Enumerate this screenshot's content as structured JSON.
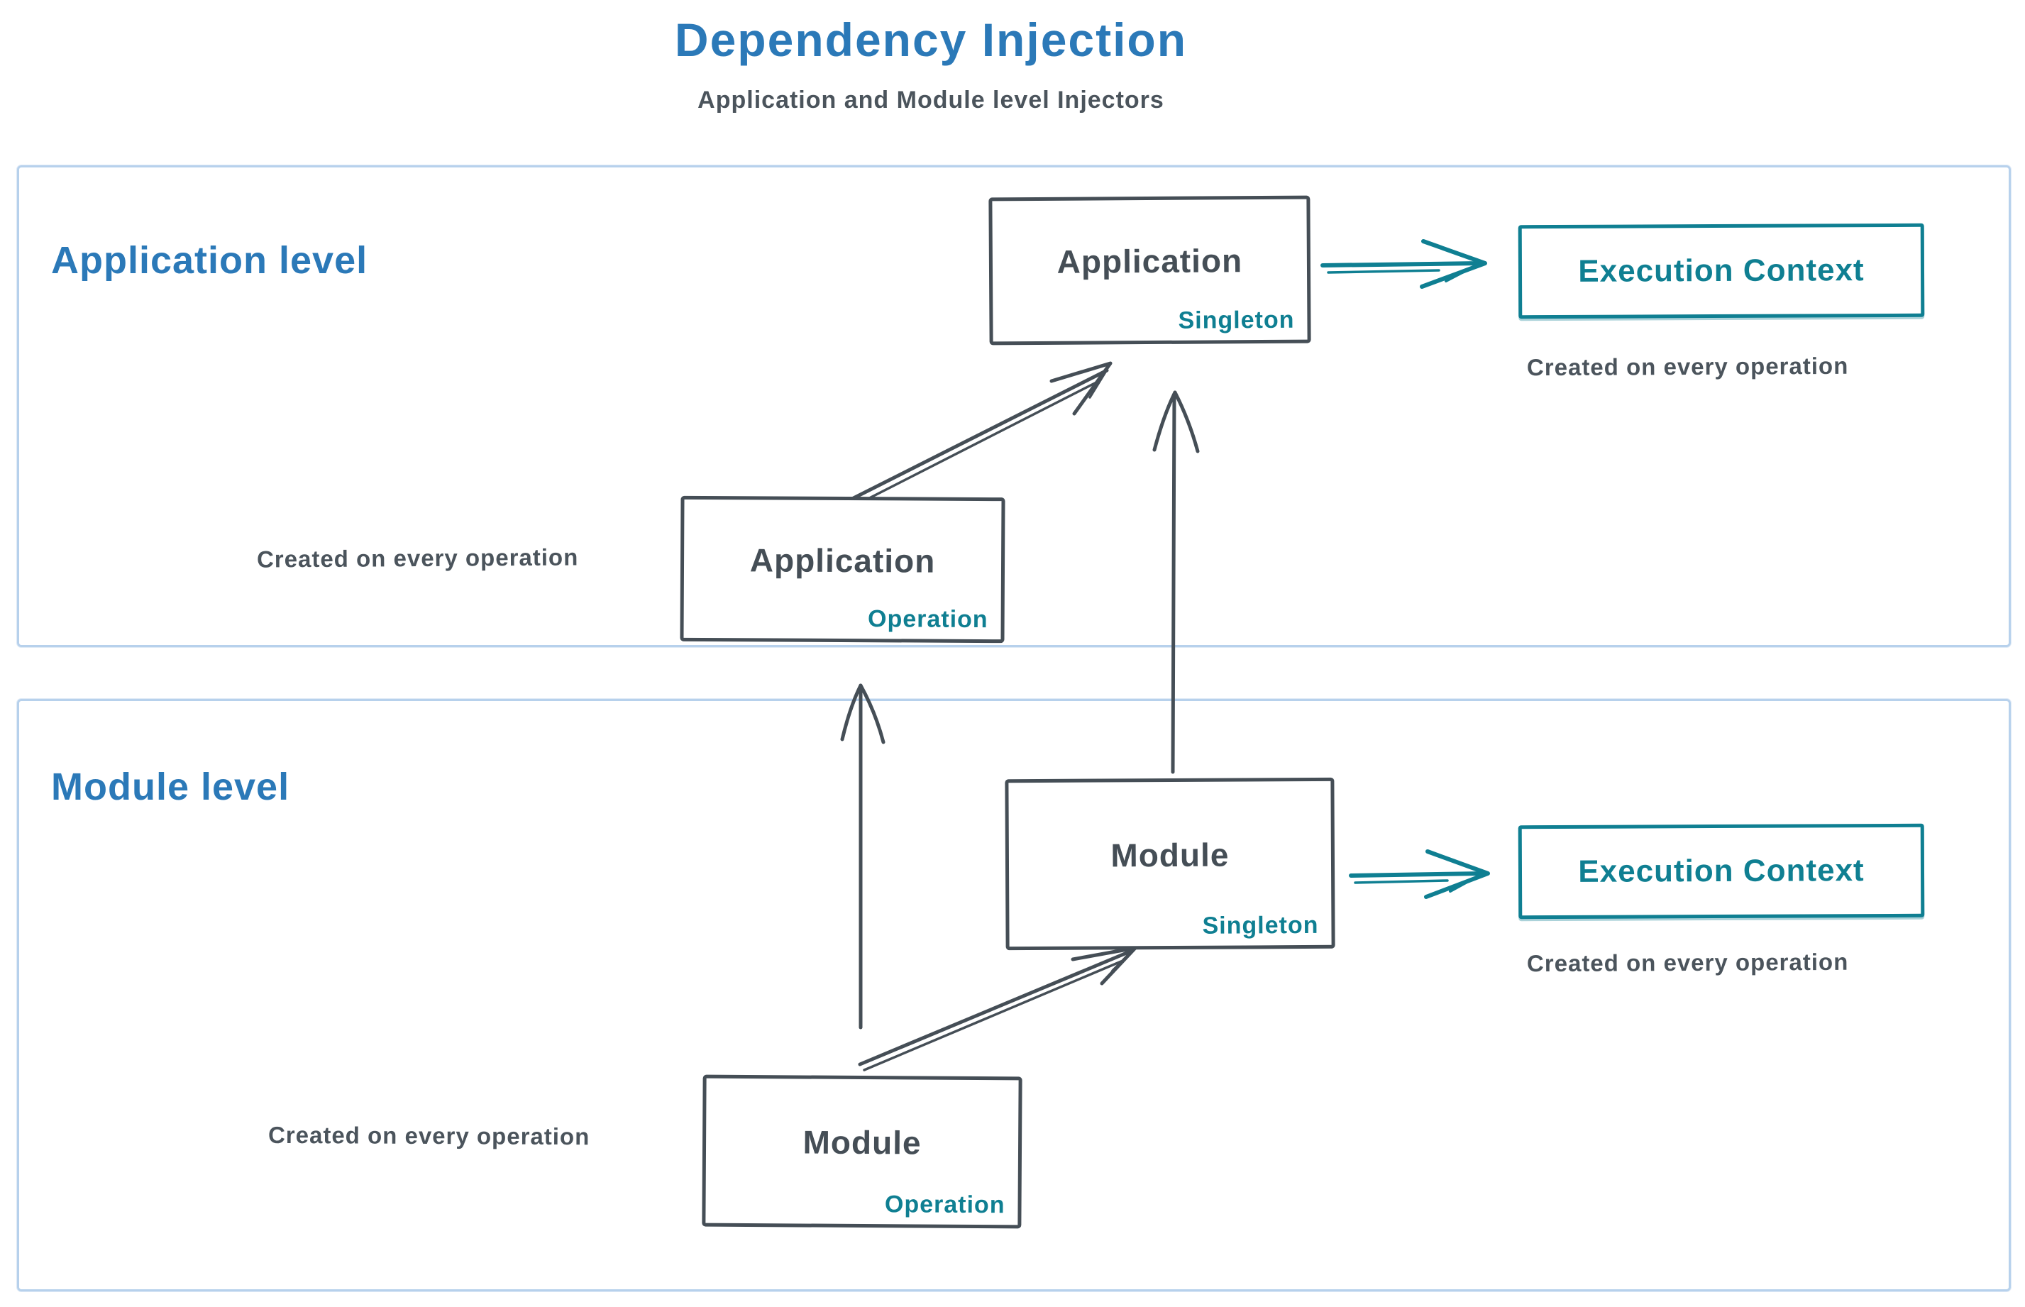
{
  "title": "Dependency Injection",
  "subtitle": "Application and Module level Injectors",
  "colors": {
    "blue": "#2b79b8",
    "teal": "#0f7f92",
    "ink": "#454e56",
    "text": "#4b545c",
    "frame": "#b7d1ec"
  },
  "sections": {
    "application": {
      "label": "Application level",
      "singleton": {
        "title": "Application",
        "tag": "Singleton"
      },
      "operation": {
        "title": "Application",
        "tag": "Operation"
      },
      "operation_caption": "Created on every operation",
      "execution": {
        "label": "Execution Context",
        "caption": "Created on every operation"
      }
    },
    "module": {
      "label": "Module level",
      "singleton": {
        "title": "Module",
        "tag": "Singleton"
      },
      "operation": {
        "title": "Module",
        "tag": "Operation"
      },
      "operation_caption": "Created on every operation",
      "execution": {
        "label": "Execution Context",
        "caption": "Created on every operation"
      }
    }
  }
}
